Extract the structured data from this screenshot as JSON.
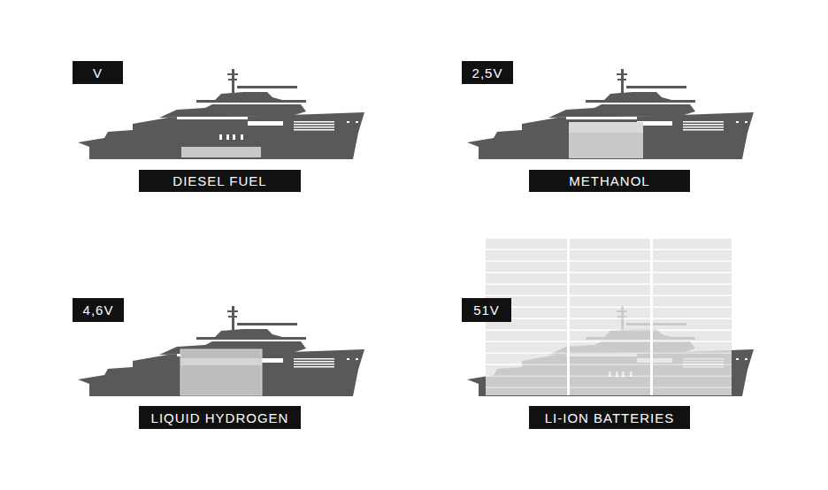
{
  "diagram": {
    "nodes": [
      {
        "text": [
          "V"
        ]
      },
      {
        "text": [
          "2,5V"
        ]
      },
      {
        "text": [
          "DIESEL FUEL"
        ]
      },
      {
        "text": [
          "METHANOL"
        ]
      },
      {
        "text": [
          "4,6V"
        ]
      },
      {
        "text": [
          "51V"
        ]
      },
      {
        "text": [
          "LIQUID HYDROGEN"
        ]
      },
      {
        "text": [
          "LI-ION BATTERIES"
        ]
      }
    ]
  }
}
